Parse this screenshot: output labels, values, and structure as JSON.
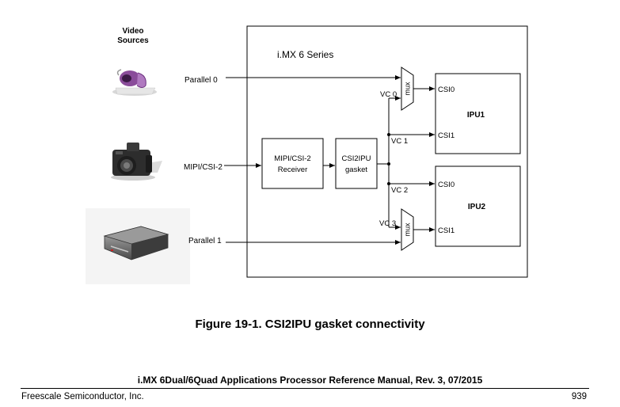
{
  "diagram": {
    "sources_title_line1": "Video",
    "sources_title_line2": "Sources",
    "soc_label": "i.MX 6 Series",
    "inputs": {
      "parallel0": "Parallel 0",
      "mipi": "MIPI/CSI-2",
      "parallel1": "Parallel 1"
    },
    "blocks": {
      "mipi_receiver_line1": "MIPI/CSI-2",
      "mipi_receiver_line2": "Receiver",
      "gasket_line1": "CSI2IPU",
      "gasket_line2": "gasket",
      "ipu1": "IPU1",
      "ipu2": "IPU2",
      "mux": "mux"
    },
    "ports": {
      "csi0": "CSI0",
      "csi1": "CSI1"
    },
    "virtual_channels": {
      "vc0": "VC 0",
      "vc1": "VC 1",
      "vc2": "VC 2",
      "vc3": "VC 3"
    }
  },
  "caption": "Figure 19-1. CSI2IPU gasket connectivity",
  "doc_title": "i.MX 6Dual/6Quad Applications Processor Reference Manual, Rev. 3, 07/2015",
  "footer": {
    "publisher": "Freescale Semiconductor, Inc.",
    "page_number": "939"
  }
}
